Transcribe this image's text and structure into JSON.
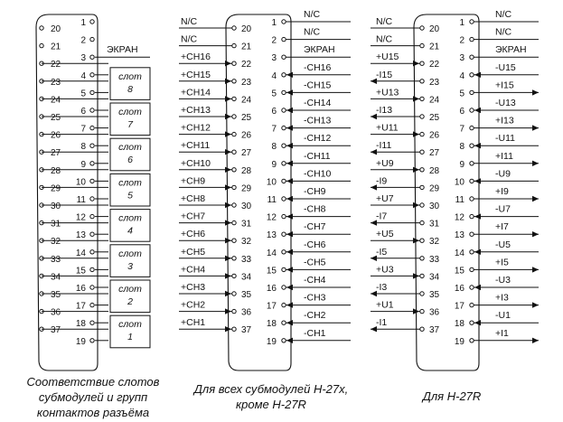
{
  "connector": {
    "top_pins": [
      "1",
      "2",
      "3",
      "4",
      "5",
      "6",
      "7",
      "8",
      "9",
      "10",
      "11",
      "12",
      "13",
      "14",
      "15",
      "16",
      "17",
      "18",
      "19"
    ],
    "bottom_pins": [
      "20",
      "21",
      "22",
      "23",
      "24",
      "25",
      "26",
      "27",
      "28",
      "29",
      "30",
      "31",
      "32",
      "33",
      "34",
      "35",
      "36",
      "37"
    ]
  },
  "left": {
    "screen_label": "ЭКРАН",
    "slots": [
      "слот 8",
      "слот 7",
      "слот 6",
      "слот 5",
      "слот 4",
      "слот 3",
      "слот 2",
      "слот 1"
    ],
    "caption": [
      "Соответствие слотов",
      "субмодулей и групп",
      "контактов разъёма"
    ]
  },
  "middle": {
    "top_labels": [
      "N/C",
      "N/C",
      "ЭКРАН",
      "-CH16",
      "-CH15",
      "-CH14",
      "-CH13",
      "-CH12",
      "-CH11",
      "-CH10",
      "-CH9",
      "-CH8",
      "-CH7",
      "-CH6",
      "-CH5",
      "-CH4",
      "-CH3",
      "-CH2",
      "-CH1"
    ],
    "bottom_labels": [
      "N/C",
      "N/C",
      "+CH16",
      "+CH15",
      "+CH14",
      "+CH13",
      "+CH12",
      "+CH11",
      "+CH10",
      "+CH9",
      "+CH8",
      "+CH7",
      "+CH6",
      "+CH5",
      "+CH4",
      "+CH3",
      "+CH2",
      "+CH1"
    ],
    "caption": [
      "Для всех субмодулей Н-27х,",
      "кроме Н-27R"
    ]
  },
  "right": {
    "top_labels": [
      "N/C",
      "N/C",
      "ЭКРАН",
      "-U15",
      "+I15",
      "-U13",
      "+I13",
      "-U11",
      "+I11",
      "-U9",
      "+I9",
      "-U7",
      "+I7",
      "-U5",
      "+I5",
      "-U3",
      "+I3",
      "-U1",
      "+I1"
    ],
    "bottom_labels": [
      "N/C",
      "N/C",
      "+U15",
      "-I15",
      "+U13",
      "-I13",
      "+U11",
      "-I11",
      "+U9",
      "-I9",
      "+U7",
      "-I7",
      "+U5",
      "-I5",
      "+U3",
      "-I3",
      "+U1",
      "-I1"
    ],
    "caption": [
      "Для Н-27R"
    ]
  }
}
